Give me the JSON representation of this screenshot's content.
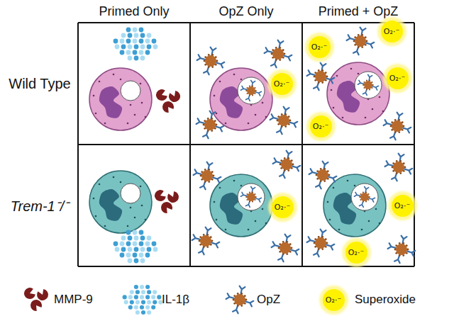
{
  "diagram": {
    "nodes": [
      {
        "text": [
          "O₂·⁻"
        ]
      },
      {
        "text": [
          "O₂·⁻"
        ]
      },
      {
        "text": [
          "O₂·⁻"
        ]
      },
      {
        "text": [
          "O₂·⁻"
        ]
      },
      {
        "text": [
          "O₂·⁻"
        ]
      },
      {
        "text": [
          "O₂·⁻"
        ]
      },
      {
        "text": [
          "O₂·⁻"
        ]
      },
      {
        "text": [
          "O₂·⁻"
        ]
      },
      {
        "text": [
          "O₂·⁻"
        ]
      }
    ],
    "labels": [
      "Primed Only",
      "OpZ Only",
      "Primed + OpZ",
      "Wild Type",
      "Trem-1⁻/⁻"
    ],
    "legend": [
      {
        "text": "MMP-9"
      },
      {
        "text": "IL-1β"
      },
      {
        "text": "OpZ"
      },
      {
        "text": "Superoxide"
      }
    ]
  }
}
